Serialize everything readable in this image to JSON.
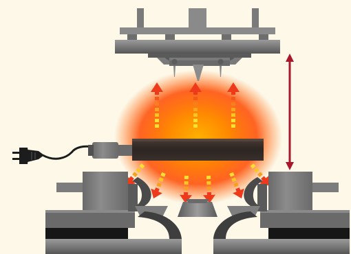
{
  "canvas": {
    "background": "#fdf8e8"
  },
  "colors": {
    "steel_light": "#8a8a8a",
    "steel_mid": "#6e6e6e",
    "steel_dark": "#4a4a4a",
    "heater": "#3a3330",
    "glow_core": "#ffcc00",
    "glow_edge": "#ff2a00",
    "arrow_red": "#e8381c",
    "arrow_yellow": "#ffd21e",
    "dimension_line": "#a8182a",
    "cable": "#1c1c1c",
    "base_dark": "#161616"
  },
  "icons": {
    "plug": "power-plug-icon",
    "heat": "heat-arrow-icon",
    "distance": "double-headed-arrow-icon"
  },
  "diagram": {
    "upper_tool": "upper-tool",
    "heating_element": "heating-plate",
    "lower_fixtures": "lower-fixtures",
    "heat_arrows_up": 3,
    "heat_arrows_down": 6
  }
}
